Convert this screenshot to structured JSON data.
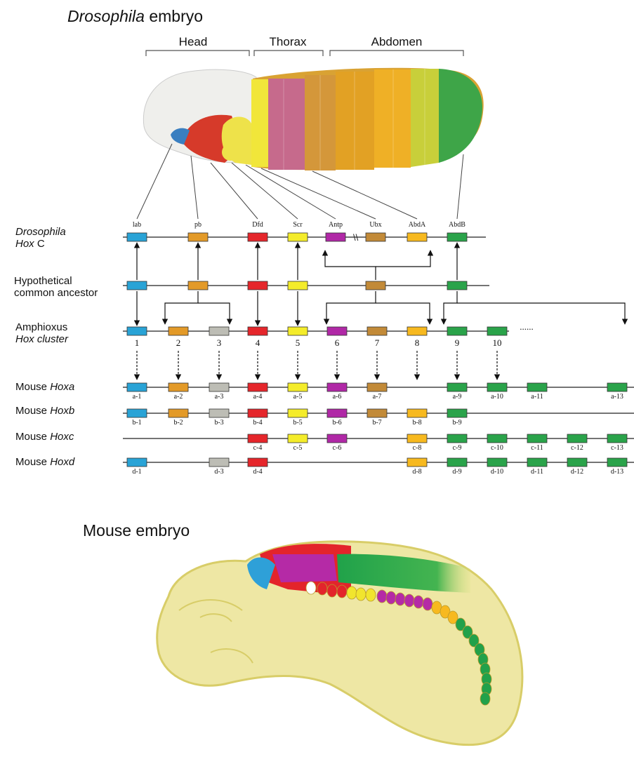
{
  "titles": {
    "top_italic": "Drosophila",
    "top_rest": " embryo",
    "bottom": "Mouse embryo"
  },
  "regions": [
    "Head",
    "Thorax",
    "Abdomen"
  ],
  "rows": [
    {
      "id": "dmel",
      "line1": "Drosophila",
      "line2": "Hox C",
      "italic1": true,
      "italic2_prefix": "Hox",
      "rest2": " C"
    },
    {
      "id": "ancestor",
      "line1": "Hypothetical",
      "line2": "common ancestor"
    },
    {
      "id": "amphi",
      "line1": "Amphioxus",
      "line2": "Hox cluster"
    },
    {
      "id": "hoxa",
      "prefix": "Mouse ",
      "italic": "Hoxa"
    },
    {
      "id": "hoxb",
      "prefix": "Mouse ",
      "italic": "Hoxb"
    },
    {
      "id": "hoxc",
      "prefix": "Mouse ",
      "italic": "Hoxc"
    },
    {
      "id": "hoxd",
      "prefix": "Mouse ",
      "italic": "Hoxd"
    }
  ],
  "colors": {
    "lab": "#29a3d6",
    "pb": "#e39a28",
    "grey": "#bdbdb5",
    "dfd": "#e5262b",
    "scr": "#f4ec2a",
    "antp": "#b028a6",
    "ubx": "#c28a38",
    "abda": "#f7b91f",
    "abdb": "#2aa34a"
  },
  "drosophila_genes": [
    {
      "label": "lab",
      "color": "lab"
    },
    {
      "label": "pb",
      "color": "pb"
    },
    {
      "label": "Dfd",
      "color": "dfd"
    },
    {
      "label": "Scr",
      "color": "scr"
    },
    {
      "label": "Antp",
      "color": "antp"
    },
    {
      "label": "Ubx",
      "color": "ubx"
    },
    {
      "label": "AbdA",
      "color": "abda"
    },
    {
      "label": "AbdB",
      "color": "abdb"
    }
  ],
  "amphioxus_numbers": [
    "1",
    "2",
    "3",
    "4",
    "5",
    "6",
    "7",
    "8",
    "9",
    "10"
  ],
  "amphioxus_dots": "......",
  "hoxa_labels": [
    "a-1",
    "a-2",
    "a-3",
    "a-4",
    "a-5",
    "a-6",
    "a-7",
    "a-9",
    "a-10",
    "a-11",
    "a-13"
  ],
  "hoxb_labels": [
    "b-1",
    "b-2",
    "b-3",
    "b-4",
    "b-5",
    "b-6",
    "b-7",
    "b-8",
    "b-9"
  ],
  "hoxc_labels": [
    "c-4",
    "c-5",
    "c-6",
    "c-8",
    "c-9",
    "c-10",
    "c-11",
    "c-12",
    "c-13"
  ],
  "hoxd_labels": [
    "d-1",
    "d-3",
    "d-4",
    "d-8",
    "d-9",
    "d-10",
    "d-11",
    "d-12",
    "d-13"
  ]
}
